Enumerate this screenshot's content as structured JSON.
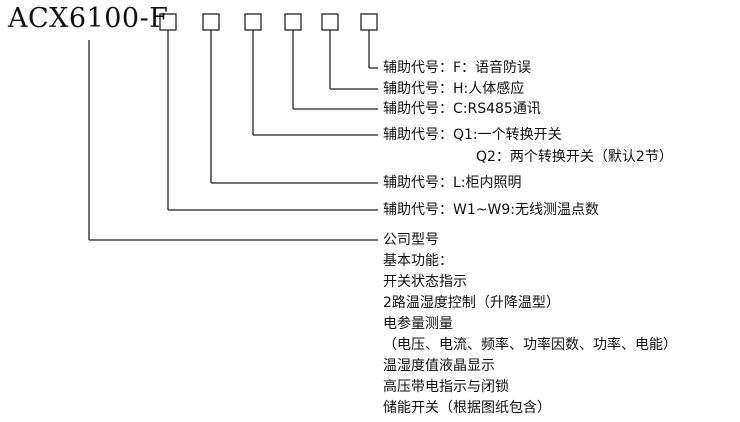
{
  "model_code": "ACX6100-F",
  "descriptions": [
    "辅助代号：F：语音防误",
    "辅助代号：H:人体感应",
    "辅助代号：C:RS485通讯",
    "辅助代号：Q1:一个转换开关",
    "Q2：两个转换开关（默认2节）",
    "辅助代号：L:柜内照明",
    "辅助代号：W1~W9:无线测温点数",
    "公司型号",
    "基本功能：",
    "开关状态指示",
    "2路温湿度控制（升降温型）",
    "电参量测量",
    "（电压、电流、频率、功率因数、功率、电能）",
    "温湿度值液晶显示",
    "高压带电指示与闭锁",
    "储能开关（根据图纸包含）"
  ]
}
